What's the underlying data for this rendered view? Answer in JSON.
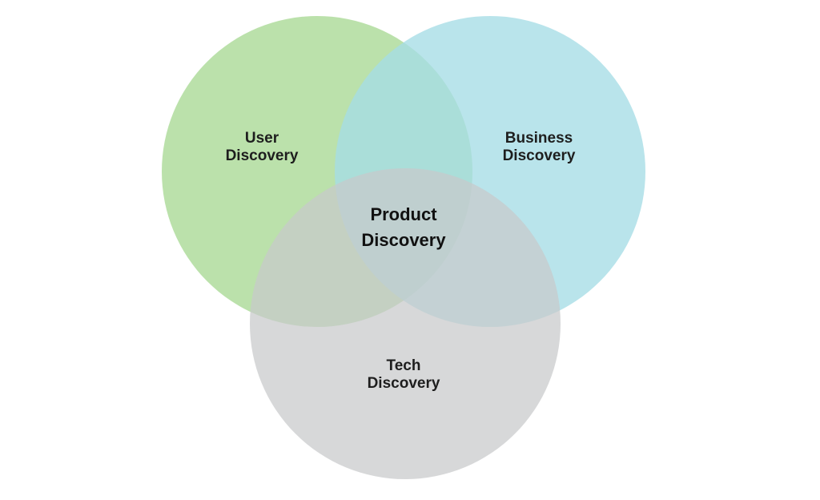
{
  "diagram": {
    "type": "venn",
    "sets": [
      {
        "id": "user",
        "line1": "User",
        "line2": "Discovery",
        "color": "#a8d894"
      },
      {
        "id": "business",
        "line1": "Business",
        "line2": "Discovery",
        "color": "#a5dce6"
      },
      {
        "id": "tech",
        "line1": "Tech",
        "line2": "Discovery",
        "color": "#c8c9ca"
      }
    ],
    "center": {
      "line1": "Product",
      "line2": "Discovery"
    }
  }
}
